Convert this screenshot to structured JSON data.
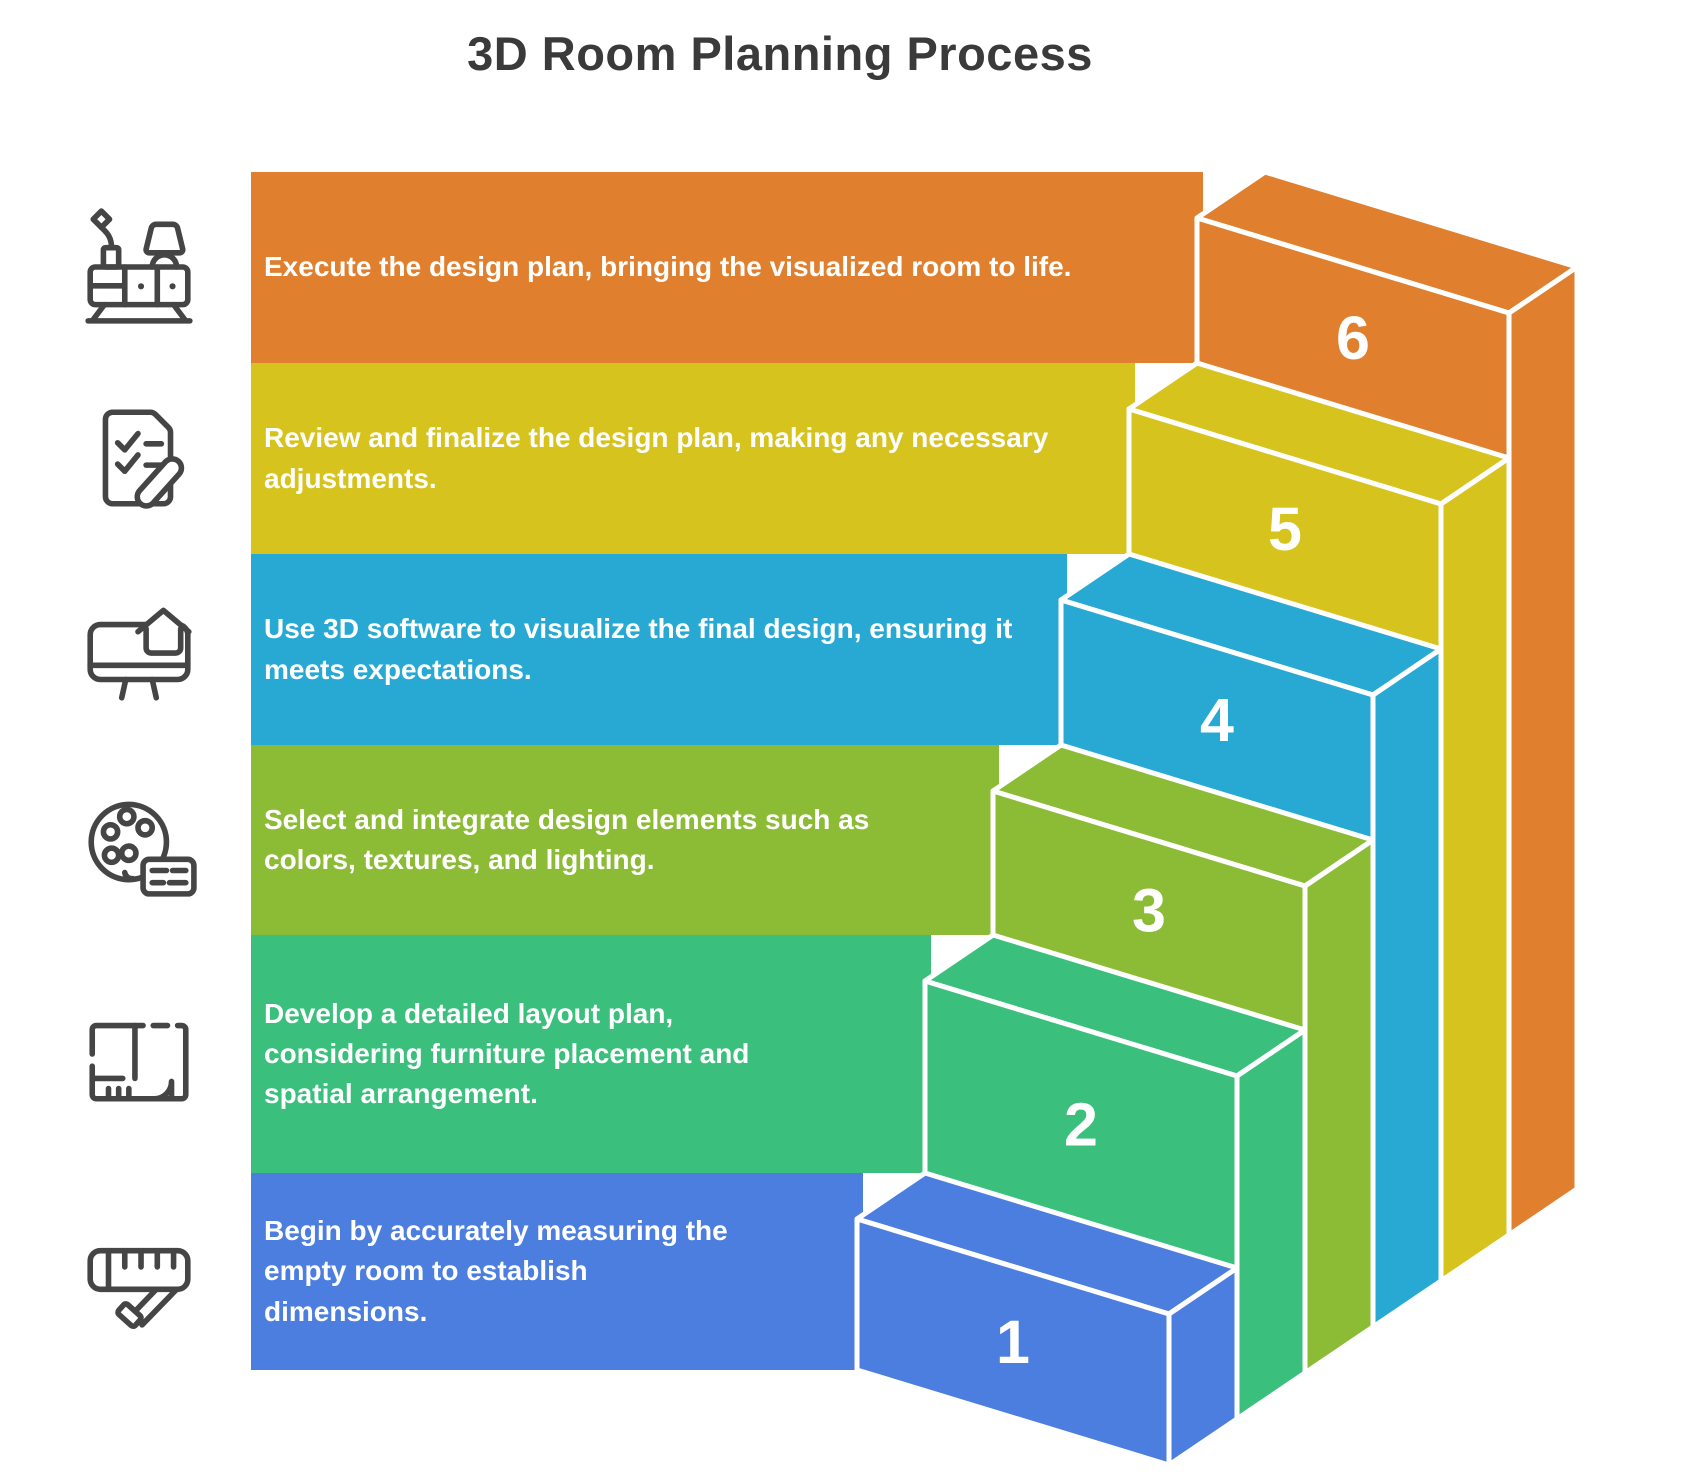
{
  "title": "3D Room Planning Process",
  "title_color": "#3A3A3A",
  "icon_color": "#454545",
  "text_color": "#FFFFFF",
  "outline_color": "#FFFFFF",
  "rows": [
    {
      "step": 6,
      "icon": "furniture-icon",
      "color": "#E0802F",
      "label": "Execute the design plan, bringing the visualized room to life."
    },
    {
      "step": 5,
      "icon": "checklist-icon",
      "color": "#D7C31E",
      "label": "Review and finalize the design plan, making any necessary adjustments."
    },
    {
      "step": 4,
      "icon": "monitor-house-icon",
      "color": "#28A9D4",
      "label": "Use 3D software to visualize the final design, ensuring it meets expectations."
    },
    {
      "step": 3,
      "icon": "palette-icon",
      "color": "#8CBB35",
      "label": "Select and integrate design elements such as colors, textures, and lighting."
    },
    {
      "step": 2,
      "icon": "floor-plan-icon",
      "color": "#3AC07C",
      "label": "Develop a detailed layout plan, considering furniture placement and spatial arrangement."
    },
    {
      "step": 1,
      "icon": "measuring-tape-icon",
      "color": "#4C7EE0",
      "label": "Begin by accurately measuring the empty room to establish dimensions."
    }
  ]
}
